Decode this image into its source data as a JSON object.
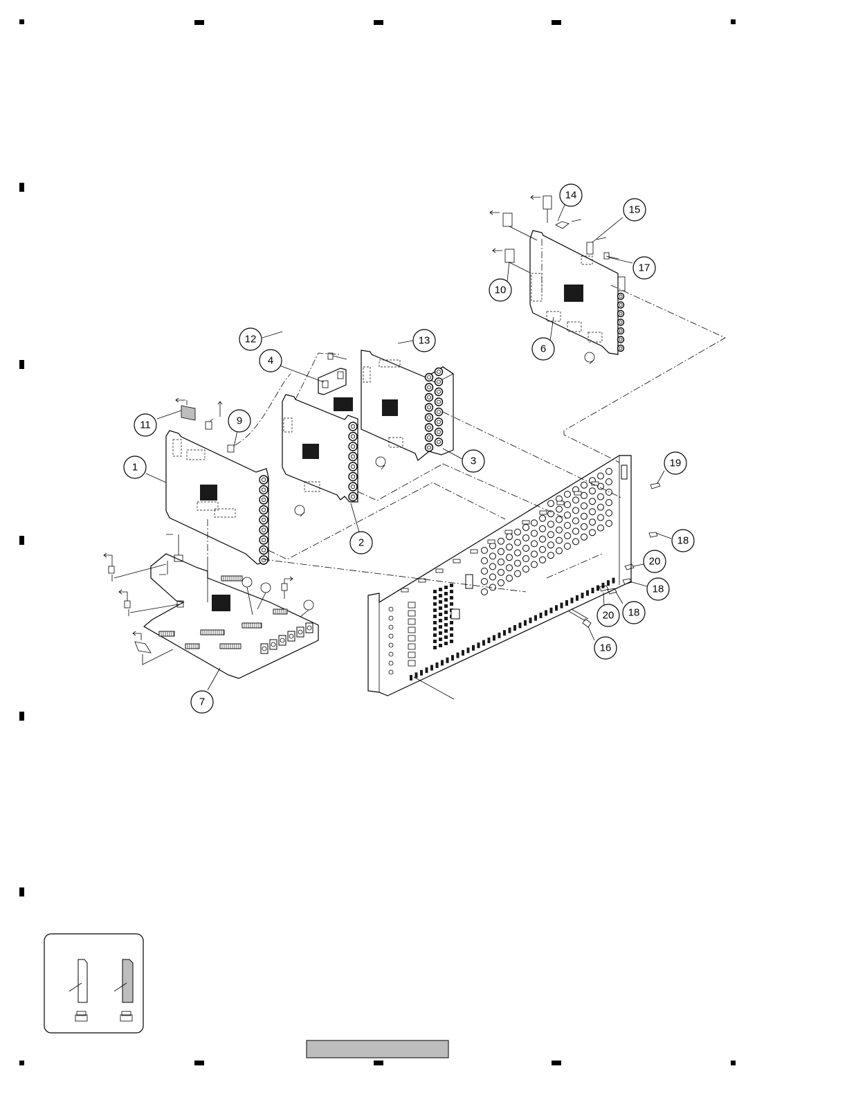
{
  "diagram": {
    "callouts": [
      {
        "label": "1"
      },
      {
        "label": "2"
      },
      {
        "label": "3"
      },
      {
        "label": "4"
      },
      {
        "label": "6"
      },
      {
        "label": "7"
      },
      {
        "label": "9"
      },
      {
        "label": "10"
      },
      {
        "label": "11"
      },
      {
        "label": "12"
      },
      {
        "label": "13"
      },
      {
        "label": "14"
      },
      {
        "label": "15"
      },
      {
        "label": "16"
      },
      {
        "label": "17"
      },
      {
        "label": "18"
      },
      {
        "label": "18"
      },
      {
        "label": "18"
      },
      {
        "label": "19"
      },
      {
        "label": "20"
      },
      {
        "label": "20"
      }
    ]
  },
  "colors": {
    "line": "#000000",
    "redacted_marker": "#1a1a1a",
    "footer_bar": "#bdbdbd",
    "legend_fill": "#bdbdbd"
  }
}
